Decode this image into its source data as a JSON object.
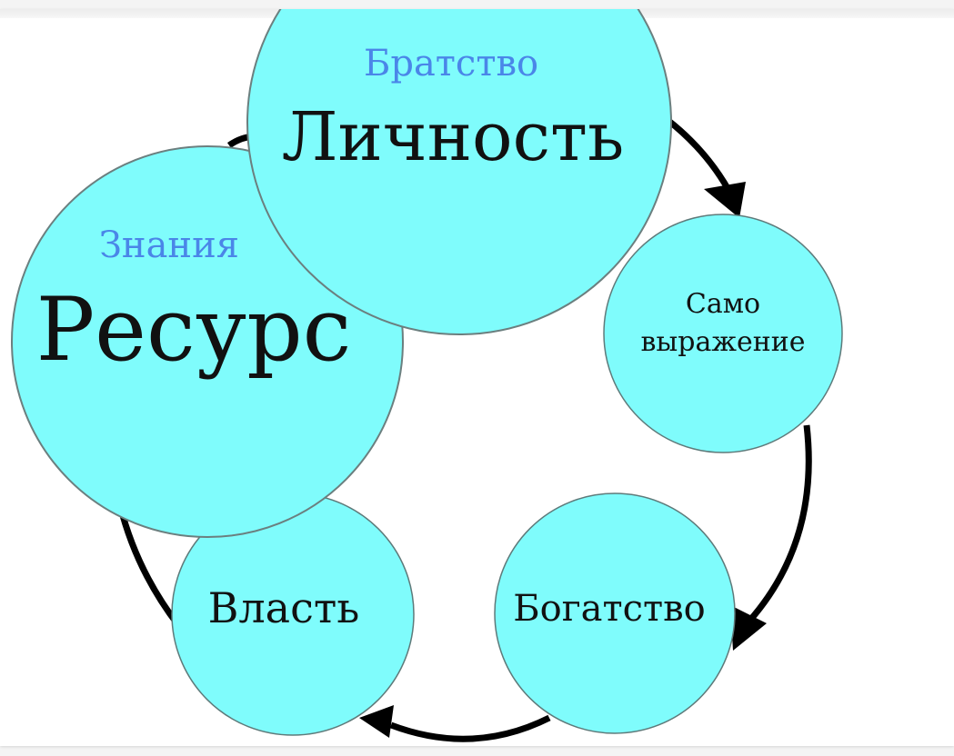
{
  "diagram": {
    "nodes": {
      "lichnost": {
        "title": "Личность",
        "subtitle": "Братство"
      },
      "resurs": {
        "title": "Ресурс",
        "subtitle": "Знания"
      },
      "samovyrazhenie": {
        "line1": "Само",
        "line2": "выражение"
      },
      "bogatstvo": {
        "title": "Богатство"
      },
      "vlast": {
        "title": "Власть"
      }
    }
  },
  "colors": {
    "circle_fill": "#7ffcfc",
    "circle_stroke": "#5e7a7a",
    "subtitle": "#4a86e8",
    "text": "#111111",
    "arrow": "#000000"
  }
}
